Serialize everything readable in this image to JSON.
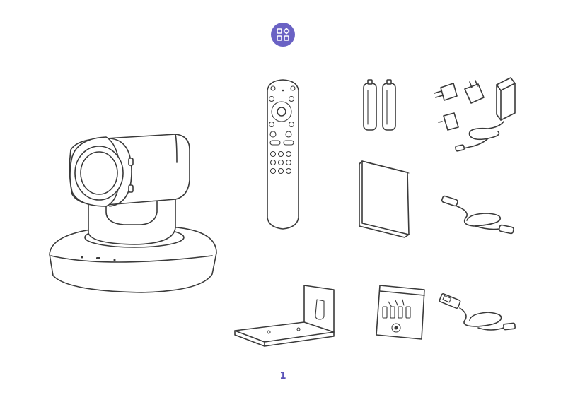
{
  "page": {
    "number": "1",
    "accent_color": "#6a62c4",
    "badge_icon": "apps-grid-icon"
  },
  "items": [
    {
      "id": "ptz-camera",
      "icon": "ptz-camera-icon"
    },
    {
      "id": "remote-control",
      "icon": "remote-control-icon"
    },
    {
      "id": "batteries",
      "icon": "aa-batteries-icon"
    },
    {
      "id": "power-adapter",
      "icon": "power-adapter-plugs-icon"
    },
    {
      "id": "user-manual",
      "icon": "manual-booklet-icon"
    },
    {
      "id": "extension-cable",
      "icon": "extension-cable-icon"
    },
    {
      "id": "wall-mount-bracket",
      "icon": "l-bracket-icon"
    },
    {
      "id": "screw-pack",
      "icon": "screw-pack-icon"
    },
    {
      "id": "usb-cable",
      "icon": "usb-cable-icon"
    }
  ]
}
